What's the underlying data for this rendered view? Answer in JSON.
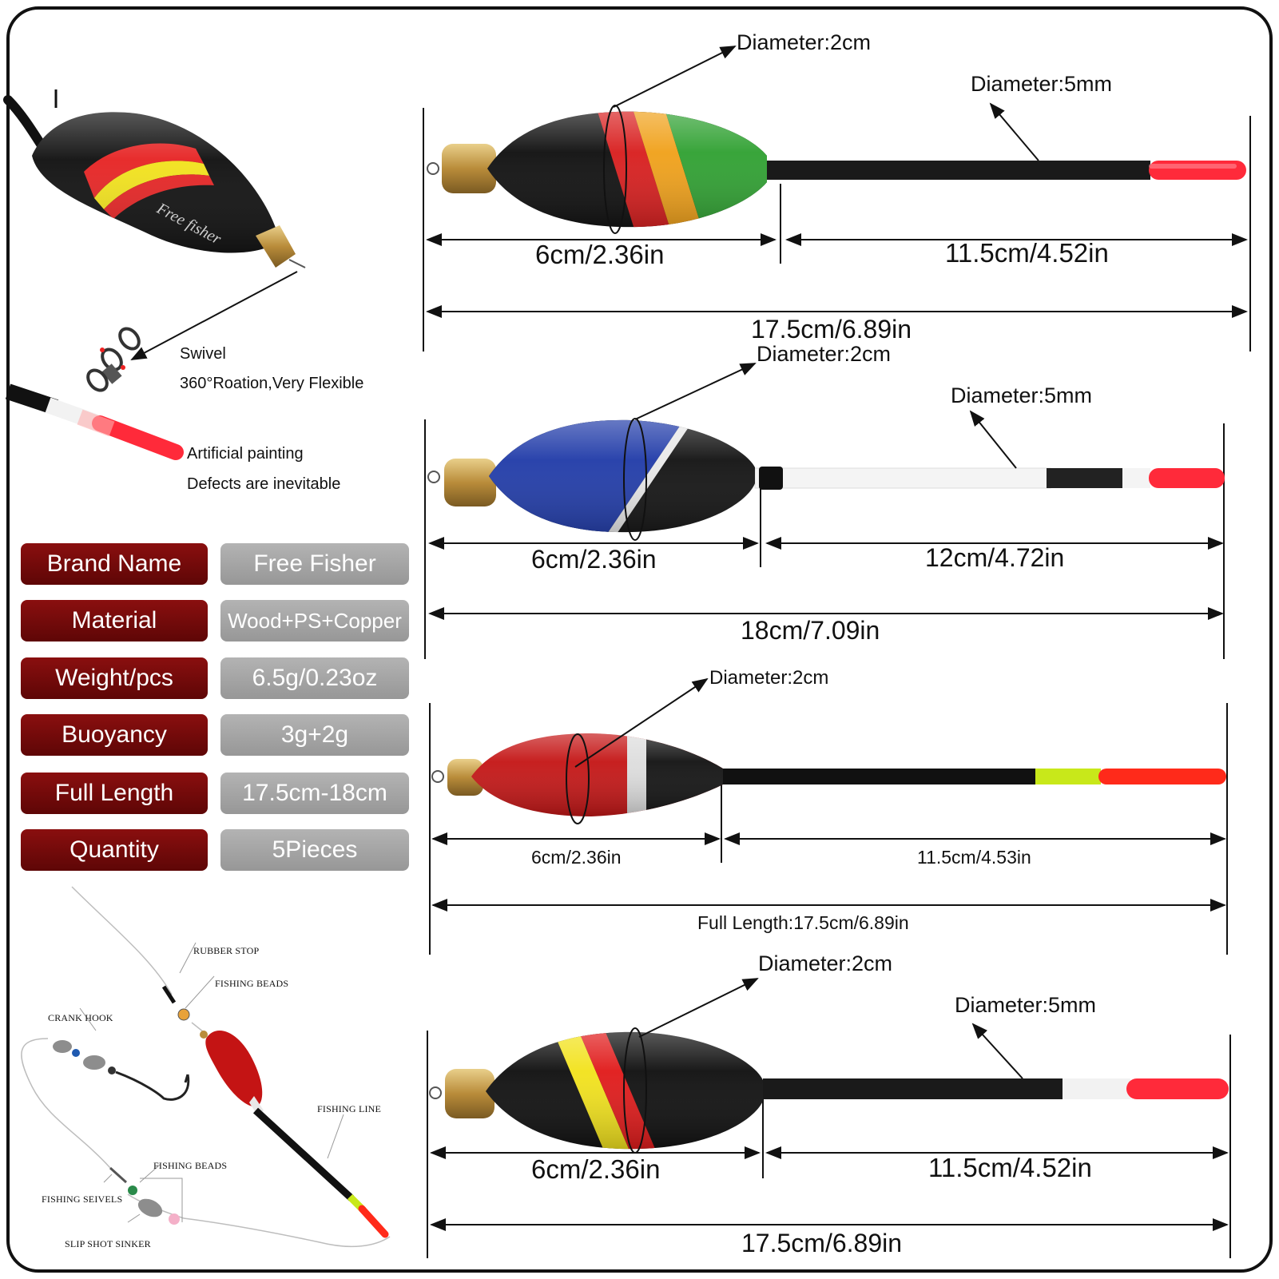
{
  "brand_text": "Free fisher",
  "callouts": {
    "swivel_title": "Swivel",
    "swivel_desc": "360°Roation,Very Flexible",
    "painting_title": "Artificial painting",
    "painting_desc": "Defects are inevitable"
  },
  "specs": [
    {
      "label": "Brand Name",
      "value": "Free Fisher"
    },
    {
      "label": "Material",
      "value": "Wood+PS+Copper"
    },
    {
      "label": "Weight/pcs",
      "value": "6.5g/0.23oz"
    },
    {
      "label": "Buoyancy",
      "value": "3g+2g"
    },
    {
      "label": "Full Length",
      "value": "17.5cm-18cm"
    },
    {
      "label": "Quantity",
      "value": "5Pieces"
    }
  ],
  "rig_labels": {
    "rubber_stop": "RUBBER STOP",
    "fishing_beads_top": "FISHING BEADS",
    "crank_hook": "CRANK HOOK",
    "fishing_line": "FISHING LINE",
    "fishing_beads_bottom": "FISHING BEADS",
    "fishing_swivels": "FISHING SEIVELS",
    "slip_shot_sinker": "SLIP SHOT SINKER"
  },
  "floats": [
    {
      "body_diameter": "Diameter:2cm",
      "stem_diameter": "Diameter:5mm",
      "body_length": "6cm/2.36in",
      "stem_length": "11.5cm/4.52in",
      "full_length": "17.5cm/6.89in",
      "colors": {
        "body": "#0d0d0d",
        "band1": "#d81c1c",
        "band2": "#f0a018",
        "band3": "#2ea030",
        "tip": "#ff2a3a"
      }
    },
    {
      "body_diameter": "Diameter:2cm",
      "stem_diameter": "Diameter:5mm",
      "body_length": "6cm/2.36in",
      "stem_length": "12cm/4.72in",
      "full_length": "18cm/7.09in",
      "colors": {
        "body": "#111111",
        "front": "#1f3aa8",
        "stripe": "#e8e8e8",
        "tip": "#ff2a3a"
      }
    },
    {
      "body_diameter": "Diameter:2cm",
      "body_length": "6cm/2.36in",
      "stem_length": "11.5cm/4.53in",
      "full_length": "Full Length:17.5cm/6.89in",
      "colors": {
        "body": "#c41414",
        "stripe": "#dddddd",
        "neck": "#111111",
        "band": "#c8e81a",
        "tip": "#ff2a1a"
      }
    },
    {
      "body_diameter": "Diameter:2cm",
      "stem_diameter": "Diameter:5mm",
      "body_length": "6cm/2.36in",
      "stem_length": "11.5cm/4.52in",
      "full_length": "17.5cm/6.89in",
      "colors": {
        "body": "#0d0d0d",
        "band1": "#f2e21a",
        "band2": "#e01818",
        "tip": "#ff2a3a"
      }
    }
  ]
}
